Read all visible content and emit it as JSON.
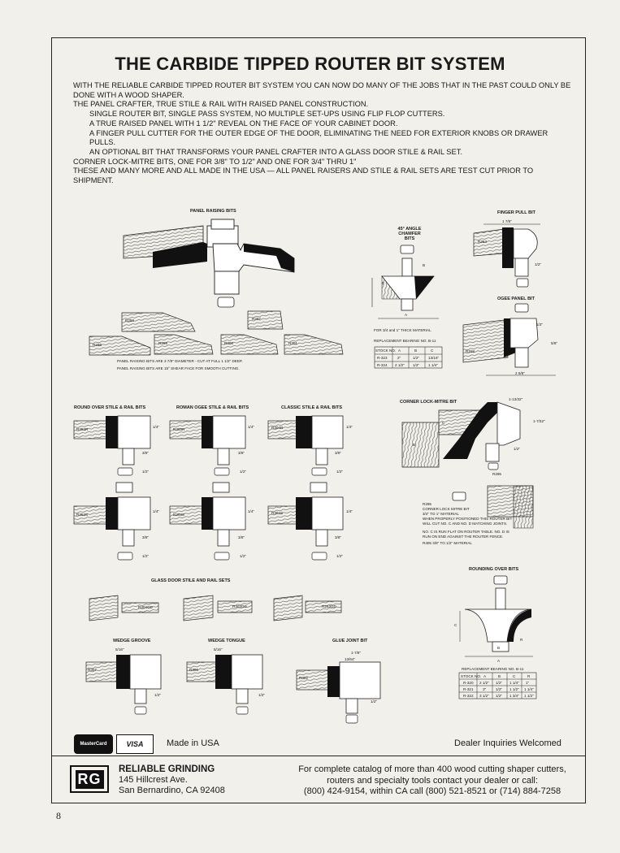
{
  "title": "THE CARBIDE TIPPED ROUTER BIT SYSTEM",
  "intro": [
    "WITH THE RELIABLE CARBIDE TIPPED ROUTER BIT SYSTEM YOU CAN NOW DO MANY OF THE JOBS THAT IN THE PAST COULD ONLY BE DONE WITH A WOOD SHAPER.",
    "THE PANEL CRAFTER, TRUE STILE & RAIL WITH RAISED PANEL CONSTRUCTION.",
    "SINGLE ROUTER BIT, SINGLE PASS SYSTEM, NO MULTIPLE SET-UPS USING FLIP FLOP CUTTERS.",
    "A TRUE RAISED PANEL WITH 1 1/2\" REVEAL ON THE FACE OF YOUR CABINET DOOR.",
    "A FINGER PULL CUTTER FOR THE OUTER EDGE OF THE DOOR, ELIMINATING THE NEED FOR EXTERIOR KNOBS OR DRAWER PULLS.",
    "AN OPTIONAL BIT THAT TRANSFORMS YOUR PANEL CRAFTER INTO A GLASS DOOR STILE & RAIL SET.",
    "CORNER LOCK-MITRE BITS, ONE FOR 3/8\" TO 1/2\" AND ONE FOR 3/4\" THRU 1\"",
    "THESE AND MANY MORE AND ALL MADE IN THE USA — ALL PANEL RAISERS AND STILE & RAIL SETS ARE TEST CUT PRIOR TO SHIPMENT."
  ],
  "labels": {
    "panel_raising": "PANEL RAISING BITS",
    "chamfer": "45° ANGLE CHAMFER BITS",
    "finger_pull": "FINGER PULL BIT",
    "ogee_panel": "OGEE PANEL BIT",
    "round_over_sr": "ROUND OVER STILE & RAIL BITS",
    "roman_ogee_sr": "ROMAN OGEE STILE & RAIL BITS",
    "classic_sr": "CLASSIC STILE & RAIL BITS",
    "corner_lock": "CORNER LOCK-MITRE BIT",
    "glass_door": "GLASS DOOR STILE AND RAIL SETS",
    "wedge_groove": "WEDGE GROOVE",
    "wedge_tongue": "WEDGE TONGUE",
    "glue_joint": "GLUE JOINT BIT",
    "rounding_over": "ROUNDING OVER BITS"
  },
  "panel_notes": [
    "PANEL RAISING BITS ARE 3 7/8\" DIAMETER - CUT AT FULL 1 1/2\" DEEP.",
    "PANEL RAISING BITS ARE 15° SHEAR FACE FOR SMOOTH CUTTING."
  ],
  "panel_codes": [
    "R252",
    "R297",
    "R298",
    "R299",
    "R300",
    "R301"
  ],
  "chamfer_note": "FOR 3/4 and 1\" THICK MATERIAL",
  "chamfer_bearing": "REPLACEMENT BEARING NO. B-11",
  "chamfer_table": {
    "headers": [
      "STOCK NO.",
      "A",
      "B",
      "C"
    ],
    "rows": [
      [
        "R-323",
        "2\"",
        "1/2\"",
        "13/16\""
      ],
      [
        "R-324",
        "2 1/2\"",
        "1/2\"",
        "1 1/4\""
      ]
    ]
  },
  "dims": {
    "fp_width": "1 7/8\"",
    "fp_half": "1/2\"",
    "ogee_half": "1/2\"",
    "ogee_h": "5/8\"",
    "ogee_w": "2 5/8\"",
    "quarter": "1/4\"",
    "three_eighths": "3/8\"",
    "half": "1/2\"",
    "cl_top": "1-13/32\"",
    "cl_side": "1-7/32\"",
    "cl_half": "1/2\"",
    "wedge_516": "5/16\"",
    "wedge_half": "1/2\"",
    "glue_w": "1-7/8\"",
    "glue_in": "13/64\"",
    "glue_half": "1/2\""
  },
  "code_fp": "R254",
  "code_ogee": "R318",
  "sr_codes": [
    "R253R",
    "R303R",
    "R304R",
    "R253S",
    "R303S",
    "R304S"
  ],
  "cl_code": "R295",
  "cl_note": [
    "R295",
    "CORNER LOCK MITRE BIT",
    "3/4\" TO 1\" MATERIAL",
    "WHEN PROPERLY POSITIONED THIS ROUTER BIT",
    "WILL CUT NO. C AND NO. D MATCHING JOINTS.",
    "NO. C IS RUN FLAT ON ROUTER TABLE. NO. D IS",
    "RUN ON END AGAINST THE ROUTER FENCE.",
    "R405 3/8\" TO 1/2\" MATERIAL"
  ],
  "glass_codes": [
    "R304GD",
    "R303GD",
    "R253GD"
  ],
  "wedge_codes": [
    "R307",
    "R306",
    "R302"
  ],
  "ro_bearing": "REPLACEMENT BEARING NO. B-11",
  "ro_table": {
    "headers": [
      "STOCK NO.",
      "A",
      "B",
      "C",
      "R"
    ],
    "rows": [
      [
        "R-320",
        "2 1/2\"",
        "1/2\"",
        "1 1/4\"",
        "1\""
      ],
      [
        "R-321",
        "3\"",
        "1/2\"",
        "1 1/2\"",
        "1 1/4\""
      ],
      [
        "R-322",
        "3 1/2\"",
        "1/2\"",
        "1 3/4\"",
        "1 1/2\""
      ]
    ]
  },
  "letters": {
    "a": "A",
    "b": "B",
    "c": "C",
    "r": "R"
  },
  "cards": {
    "mastercard": "MasterCard",
    "visa": "VISA"
  },
  "made_in": "Made in USA",
  "dealer": "Dealer Inquiries Welcomed",
  "company": {
    "logo": "RG",
    "name": "RELIABLE GRINDING",
    "street": "145 Hillcrest Ave.",
    "city": "San Bernardino, CA 92408"
  },
  "catalog": [
    "For complete catalog of more than 400 wood cutting shaper cutters,",
    "routers and specialty tools contact your dealer or call:",
    "(800) 424-9154, within CA call (800) 521-8521 or (714) 884-7258"
  ],
  "page_number": "8"
}
